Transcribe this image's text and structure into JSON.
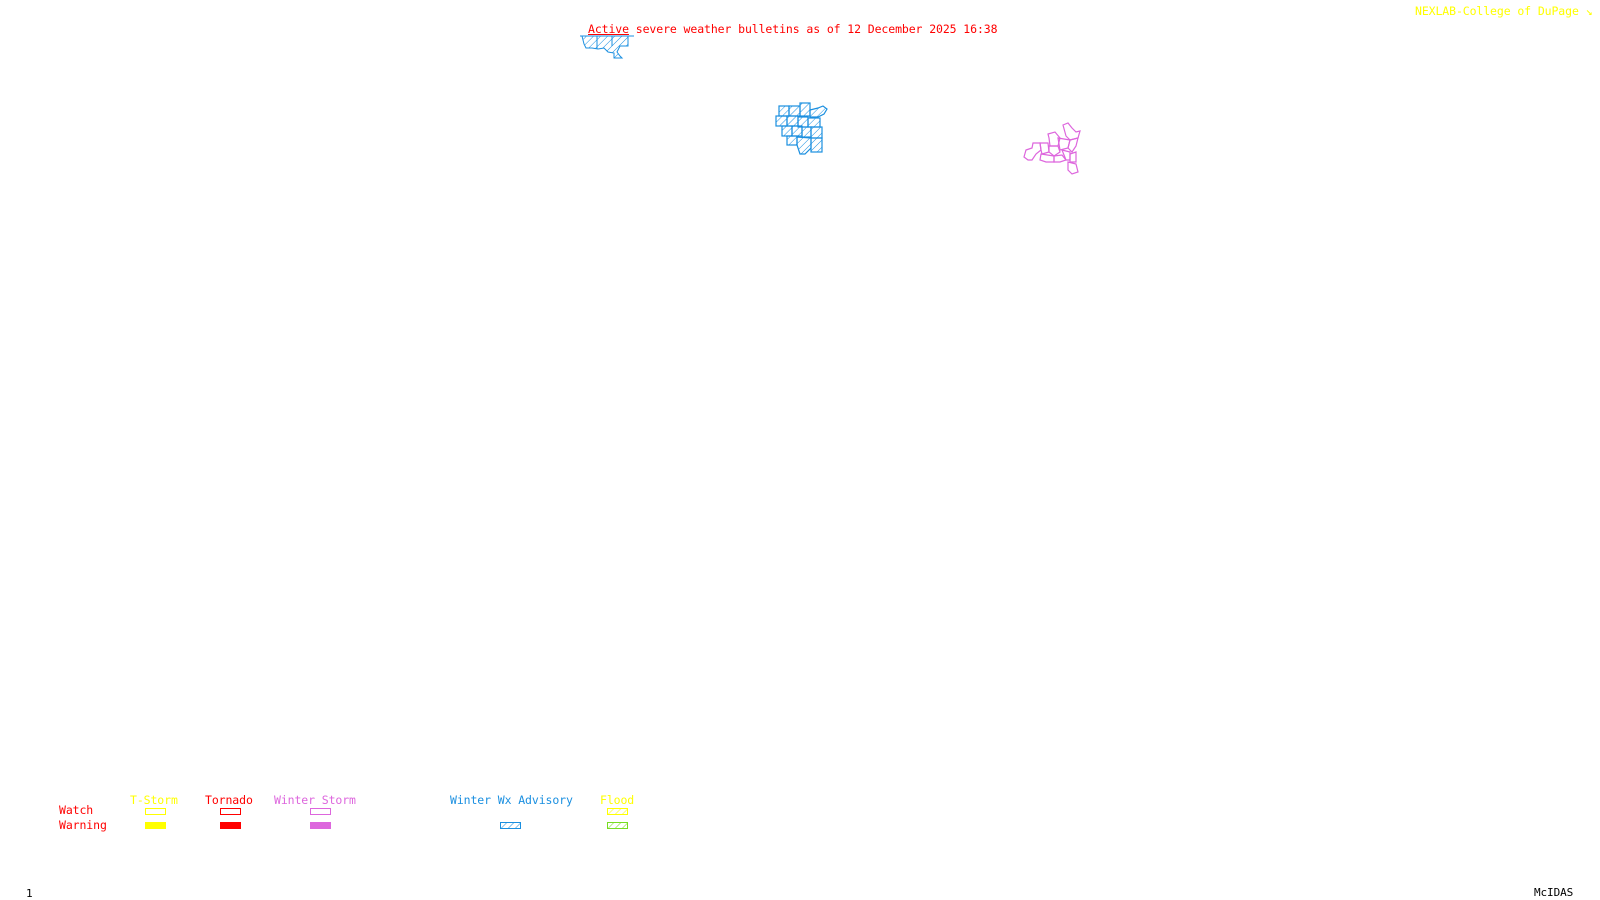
{
  "header": {
    "title_prefix": "Active",
    "title_rest": " severe weather bulletins as of 12 December 2025 16:38",
    "credit": "NEXLAB-College of DuPage",
    "credit_icon": "diagonal-arrow-icon"
  },
  "map": {
    "areas": [
      {
        "name": "winter-wx-advisory-area-north",
        "type": "Winter Wx Advisory"
      },
      {
        "name": "winter-wx-advisory-area-central",
        "type": "Winter Wx Advisory"
      },
      {
        "name": "winter-storm-watch-area-east",
        "type": "Winter Storm Watch"
      }
    ]
  },
  "legend": {
    "row_labels": {
      "watch": "Watch",
      "warning": "Warning"
    },
    "columns": [
      {
        "label": "T-Storm",
        "color": "#ffff00",
        "watch": "outline",
        "warning": "solid"
      },
      {
        "label": "Tornado",
        "color": "#ff0000",
        "watch": "outline",
        "warning": "solid"
      },
      {
        "label": "Winter Storm",
        "color": "#dd66dd",
        "watch": "outline",
        "warning": "solid"
      },
      {
        "label": "Winter Wx Advisory",
        "color": "#1a8fe0",
        "watch": "none",
        "warning": "hatched"
      },
      {
        "label": "Flood",
        "color": "#ffff00",
        "warning_color": "#77dd22",
        "watch": "hatched",
        "warning": "hatched"
      }
    ]
  },
  "footer": {
    "frame_number": "1",
    "software": "McIDAS"
  },
  "colors": {
    "title": "#ff0000",
    "credit": "#ffff00",
    "advisory": "#1a8fe0",
    "winter_storm": "#dd66dd"
  }
}
